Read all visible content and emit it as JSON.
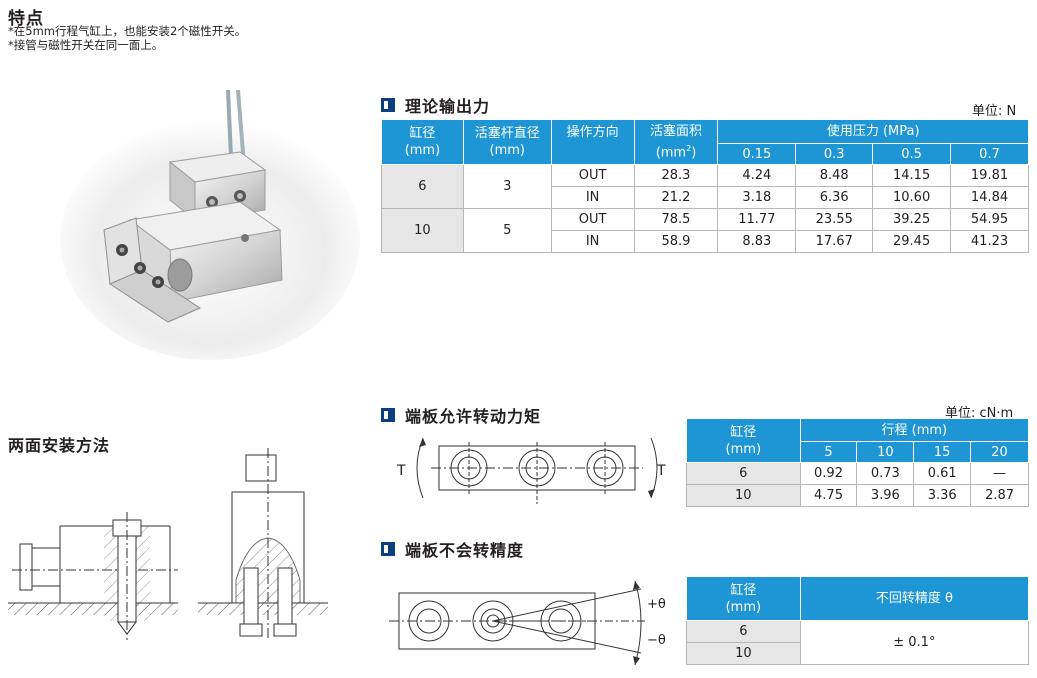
{
  "features": {
    "title": "特点",
    "notes": [
      "*在5mm行程气缸上，也能安装2个磁性开关。",
      "*接管与磁性开关在同一面上。"
    ]
  },
  "thrust": {
    "title": "理论输出力",
    "unit": "单位: N",
    "headers": {
      "bore": "缸径",
      "bore_unit": "(mm)",
      "rod": "活塞杆直径",
      "rod_unit": "(mm)",
      "direction": "操作方向",
      "area": "活塞面积",
      "area_unit": "(mm",
      "area_exp": "2",
      "area_close": ")",
      "pressure": "使用压力 (MPa)",
      "pressures": [
        "0.15",
        "0.3",
        "0.5",
        "0.7"
      ]
    },
    "groups": [
      {
        "bore": "6",
        "rod": "3",
        "rows": [
          {
            "dir": "OUT",
            "area": "28.3",
            "vals": [
              "4.24",
              "8.48",
              "14.15",
              "19.81"
            ]
          },
          {
            "dir": "IN",
            "area": "21.2",
            "vals": [
              "3.18",
              "6.36",
              "10.60",
              "14.84"
            ]
          }
        ]
      },
      {
        "bore": "10",
        "rod": "5",
        "rows": [
          {
            "dir": "OUT",
            "area": "78.5",
            "vals": [
              "11.77",
              "23.55",
              "39.25",
              "54.95"
            ]
          },
          {
            "dir": "IN",
            "area": "58.9",
            "vals": [
              "8.83",
              "17.67",
              "29.45",
              "41.23"
            ]
          }
        ]
      }
    ]
  },
  "mounting": {
    "title": "两面安装方法"
  },
  "torque": {
    "title": "端板允许转动力矩",
    "unit": "单位: cN·m",
    "torque_label": "T",
    "headers": {
      "bore": "缸径",
      "bore_unit": "(mm)",
      "stroke": "行程 (mm)",
      "strokes": [
        "5",
        "10",
        "15",
        "20"
      ]
    },
    "rows": [
      {
        "bore": "6",
        "vals": [
          "0.92",
          "0.73",
          "0.61",
          "—"
        ]
      },
      {
        "bore": "10",
        "vals": [
          "4.75",
          "3.96",
          "3.36",
          "2.87"
        ]
      }
    ]
  },
  "accuracy": {
    "title": "端板不会转精度",
    "plus_label": "+θ",
    "minus_label": "−θ",
    "headers": {
      "bore": "缸径",
      "bore_unit": "(mm)",
      "accuracy": "不回转精度 θ"
    },
    "bores": [
      "6",
      "10"
    ],
    "value": "± 0.1°"
  },
  "colors": {
    "header_blue": "#1e96d6",
    "title_mark": "#0b3f80",
    "grey_cell": "#e6e6e6"
  },
  "icons": [
    "section-marker-icon"
  ]
}
